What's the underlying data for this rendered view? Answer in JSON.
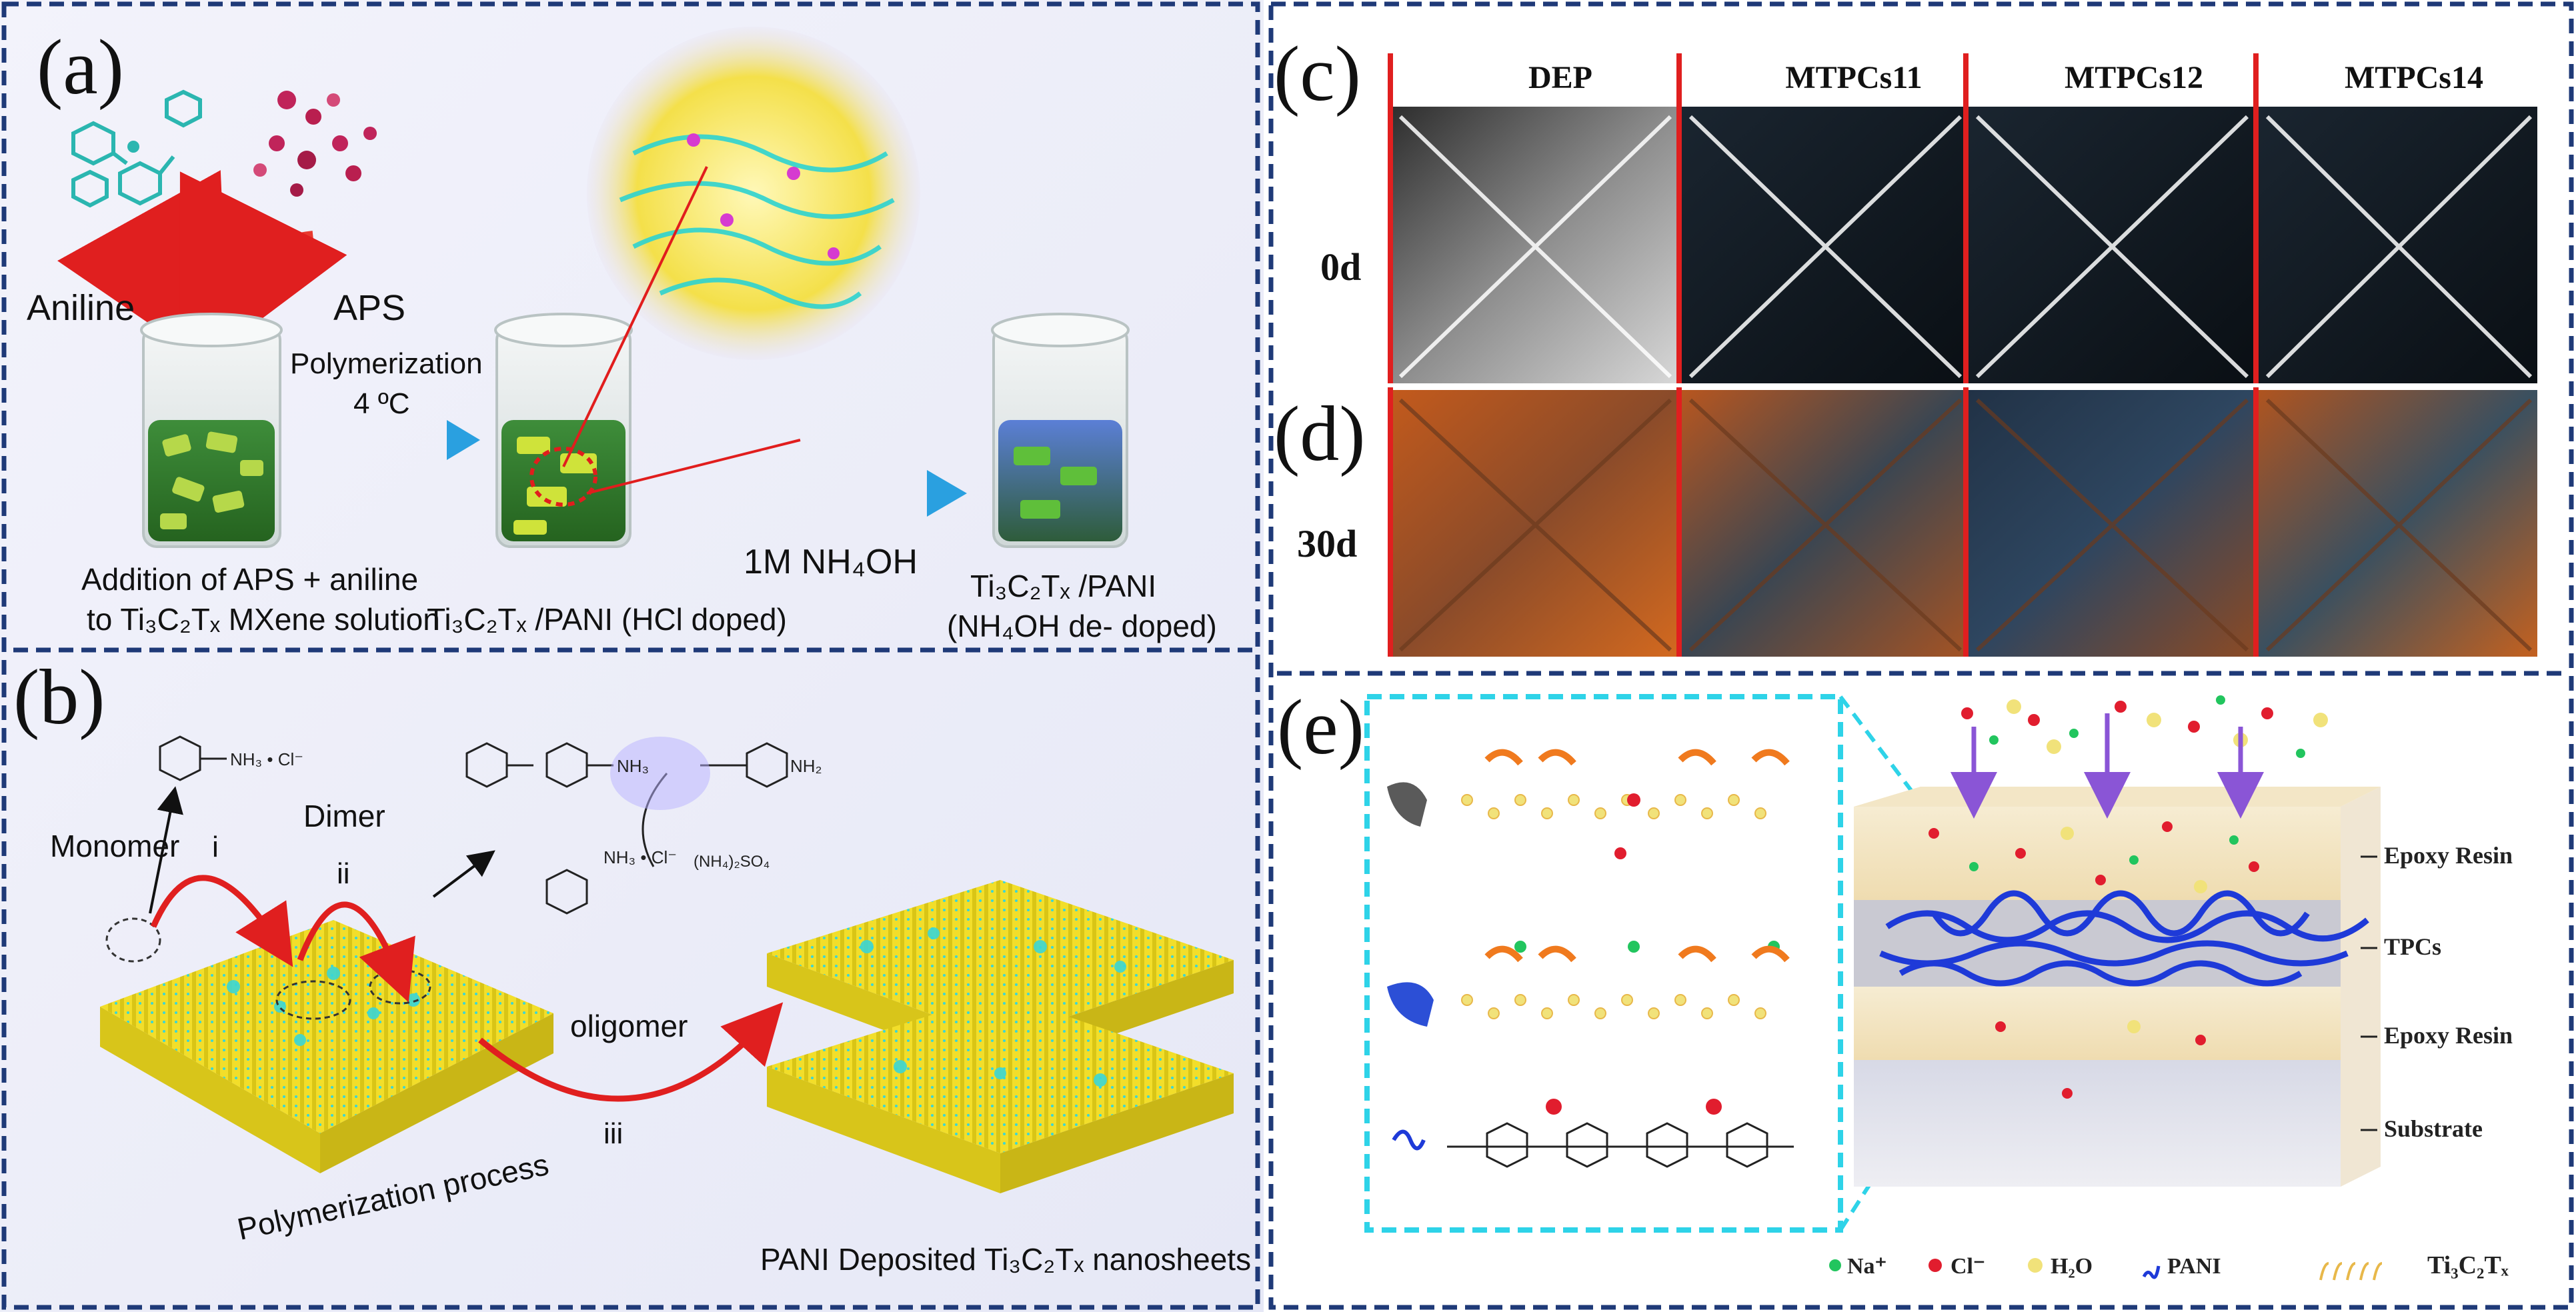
{
  "panel_a": {
    "label": "(a)",
    "aniline": "Aniline",
    "aps": "APS",
    "polymerization": "Polymerization",
    "temperature": "4 ºC",
    "step1_line1": "Addition of APS + aniline",
    "step1_line2": "to Ti₃C₂Tₓ MXene solution",
    "step2": "Ti₃C₂Tₓ /PANI (HCl doped)",
    "arrow2": "1M NH₄OH",
    "step3_line1": "Ti₃C₂Tₓ /PANI",
    "step3_line2": "(NH₄OH de- doped)"
  },
  "panel_b": {
    "label": "(b)",
    "monomer": "Monomer",
    "dimer": "Dimer",
    "step_i": "i",
    "step_ii": "ii",
    "step_iii": "iii",
    "oligomer": "oligomer",
    "process": "Polymerization process",
    "result": "PANI Deposited Ti₃C₂Tₓ nanosheets",
    "chem_monomer": "NH₃ • Cl⁻",
    "chem_nh3": "NH₃",
    "chem_nh2": "NH₂",
    "chem_cl": "NH₃ • Cl⁻",
    "chem_aps": "(NH₄)₂SO₄"
  },
  "panel_c": {
    "label": "(c)",
    "columns": [
      "DEP",
      "MTPCs11",
      "MTPCs12",
      "MTPCs14"
    ],
    "row": "0d"
  },
  "panel_d": {
    "label": "(d)",
    "row": "30d"
  },
  "panel_e": {
    "label": "(e)",
    "layers": [
      "Epoxy Resin",
      "TPCs",
      "Epoxy Resin",
      "Substrate"
    ],
    "legend": [
      {
        "label": "Na⁺",
        "color": "#22c55e"
      },
      {
        "label": "Cl⁻",
        "color": "#e11d2e"
      },
      {
        "label": "H₂O",
        "color": "#f1e27a"
      },
      {
        "label": "PANI",
        "color": "#1e3ad8"
      },
      {
        "label": "Ti₃C₂Tₓ",
        "color": "#e8b84a"
      }
    ]
  }
}
